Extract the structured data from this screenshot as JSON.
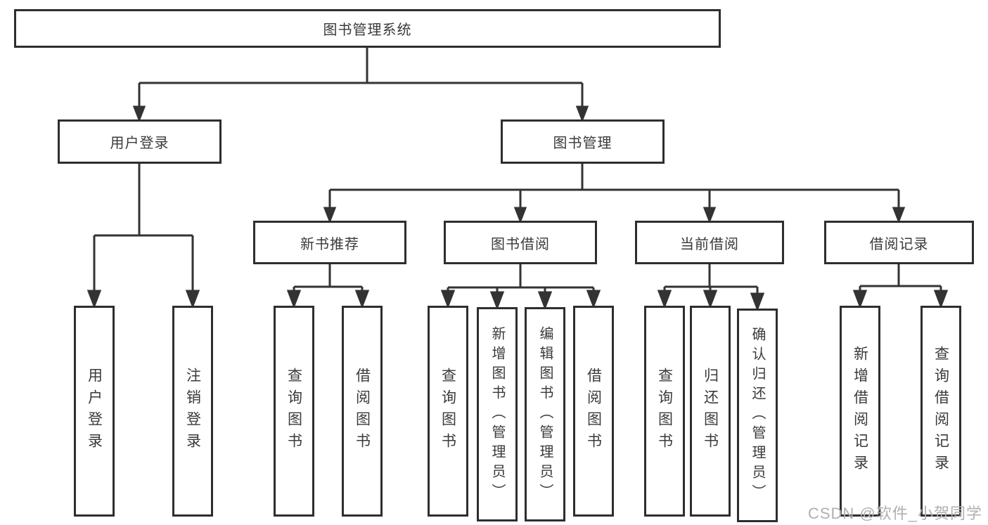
{
  "diagram": {
    "root": {
      "label": "图书管理系统"
    },
    "level2": [
      {
        "label": "用户登录"
      },
      {
        "label": "图书管理"
      }
    ],
    "user_login_children": [
      {
        "label": "用户登录"
      },
      {
        "label": "注销登录"
      }
    ],
    "level3": [
      {
        "label": "新书推荐"
      },
      {
        "label": "图书借阅"
      },
      {
        "label": "当前借阅"
      },
      {
        "label": "借阅记录"
      }
    ],
    "new_book_children": [
      {
        "label": "查询图书"
      },
      {
        "label": "借阅图书"
      }
    ],
    "book_borrow_children": [
      {
        "label": "查询图书"
      },
      {
        "label": "新增图书（管理员）"
      },
      {
        "label": "编辑图书（管理员）"
      },
      {
        "label": "借阅图书"
      }
    ],
    "current_borrow_children": [
      {
        "label": "查询图书"
      },
      {
        "label": "归还图书"
      },
      {
        "label": "确认归还（管理员）"
      }
    ],
    "borrow_record_children": [
      {
        "label": "新增借阅记录"
      },
      {
        "label": "查询借阅记录"
      }
    ],
    "watermark": "CSDN @软件_小贺同学",
    "colors": {
      "line": "#333333",
      "box_border": "#2e2e2e",
      "text": "#3a3a3a",
      "watermark": "#b0b0b0",
      "background": "#ffffff"
    }
  }
}
